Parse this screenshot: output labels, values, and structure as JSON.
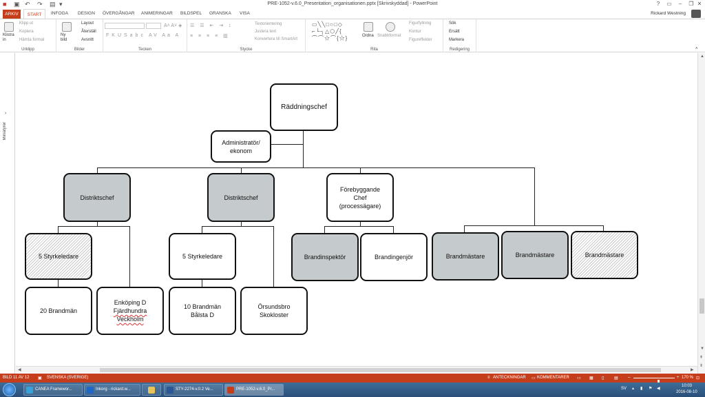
{
  "window": {
    "title": "PRE-1052-v.6.0_Presentation_organisationen.pptx [Skrivskyddad] - PowerPoint",
    "user": "Rickard Westning"
  },
  "tabs": {
    "file": "ARKIV",
    "items": [
      "START",
      "INFOGA",
      "DESIGN",
      "ÖVERGÅNGAR",
      "ANIMERINGAR",
      "BILDSPEL",
      "GRANSKA",
      "VISA"
    ]
  },
  "ribbon": {
    "clipboard": {
      "label": "Urklipp",
      "paste": "Klistra in",
      "cut": "Klipp ut",
      "copy": "Kopiera",
      "format": "Hämta format"
    },
    "slides": {
      "label": "Bilder",
      "new_slide": "Ny bild",
      "layout": "Layout",
      "reset": "Återställ",
      "section": "Avsnitt"
    },
    "font": {
      "label": "Tecken"
    },
    "paragraph": {
      "label": "Stycke",
      "text_direction": "Textorientering",
      "align_text": "Justera text",
      "smartart": "Konvertera till SmartArt"
    },
    "drawing": {
      "label": "Rita",
      "arrange": "Ordna",
      "quick_styles": "Snabbformat",
      "fill": "Figurfyllning",
      "outline": "Kontur",
      "effects": "Figureffekter"
    },
    "editing": {
      "label": "Redigering",
      "find": "Sök",
      "replace": "Ersätt",
      "select": "Markera"
    }
  },
  "left_pane": {
    "label": "Miniatyrer"
  },
  "slide": {
    "chief": "Räddningschef",
    "admin": "Administratör/ ekonom",
    "district1": "Distriktschef",
    "district2": "Distriktschef",
    "prevention_line1": "Förebyggande",
    "prevention_line2": "Chef",
    "prevention_line3": "(processägare)",
    "leaders1": "5 Styrkeledare",
    "leaders2": "5 Styrkeledare",
    "inspector": "Brandinspektör",
    "engineer": "Brandingenjör",
    "master1": "Brandmästare",
    "master2": "Brandmästare",
    "master3": "Brandmästare",
    "firemen1": "20 Brandmän",
    "stations1_line1": "Enköping D",
    "stations1_line2": "Fjärdhundra",
    "stations1_line3": "Veckholm",
    "firemen2_line1": "10 Brandmän",
    "firemen2_line2": "Bålsta D",
    "stations2_line1": "Örsundsbro",
    "stations2_line2": "Skokloster"
  },
  "status": {
    "slide_info": "BILD 11 AV 12",
    "language": "SVENSKA (SVERIGE)",
    "notes": "ANTECKNINGAR",
    "comments": "KOMMENTARER",
    "zoom": "170 %",
    "zoom_fraction": 0.6
  },
  "taskbar": {
    "tasks": [
      "CANEA Framewor...",
      "Inkorg - rickard.w...",
      "",
      "STY-2274-v.0.2 Ve...",
      "PRE-1052-v.6.0_Pr..."
    ],
    "lang": "SV",
    "time": "10:03",
    "date": "2016-08-10"
  }
}
